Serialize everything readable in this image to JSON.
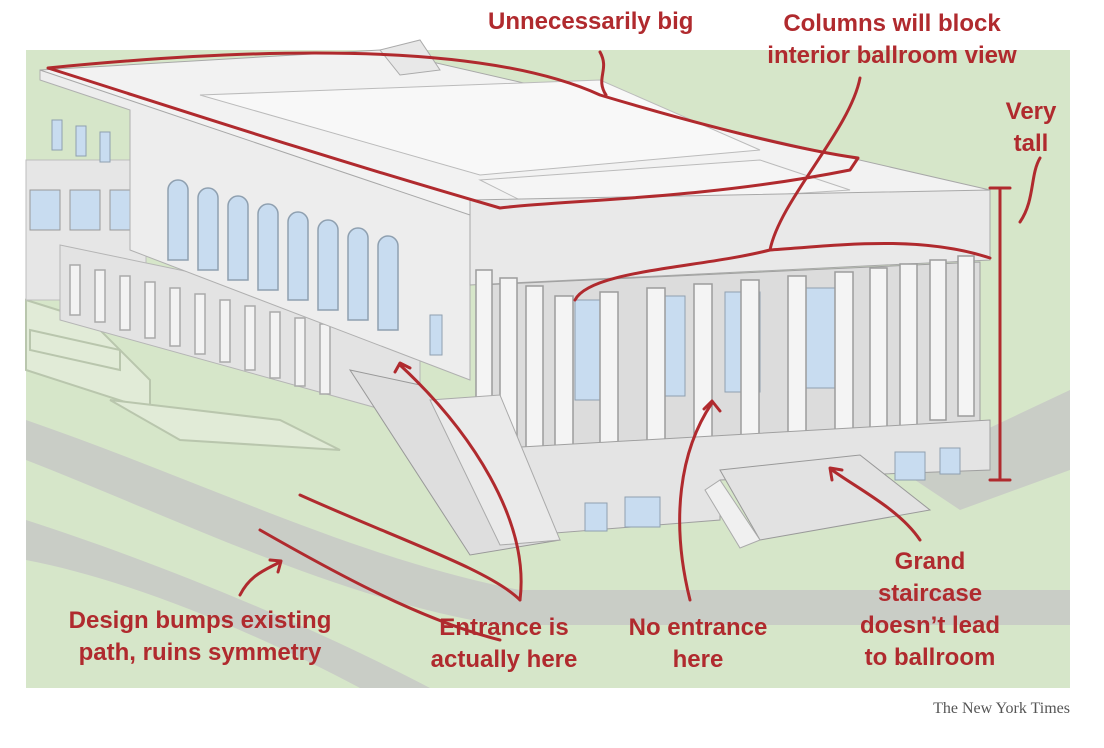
{
  "annotations": {
    "unnecessarily_big": "Unnecessarily big",
    "columns_block": [
      "Columns will block",
      "interior ballroom view"
    ],
    "very_tall": [
      "Very",
      "tall"
    ],
    "design_bumps": [
      "Design bumps existing",
      "path, ruins symmetry"
    ],
    "entrance_here": [
      "Entrance is",
      "actually here"
    ],
    "no_entrance": [
      "No entrance",
      "here"
    ],
    "grand_staircase": [
      "Grand",
      "staircase",
      "doesn’t lead",
      "to ballroom"
    ]
  },
  "credit": "The New York Times",
  "colors": {
    "annotation": "#b02a2e",
    "grass": "#d6e6c9",
    "path": "#c9cdc6",
    "building": "#ececec",
    "window": "#c8dcf0"
  }
}
